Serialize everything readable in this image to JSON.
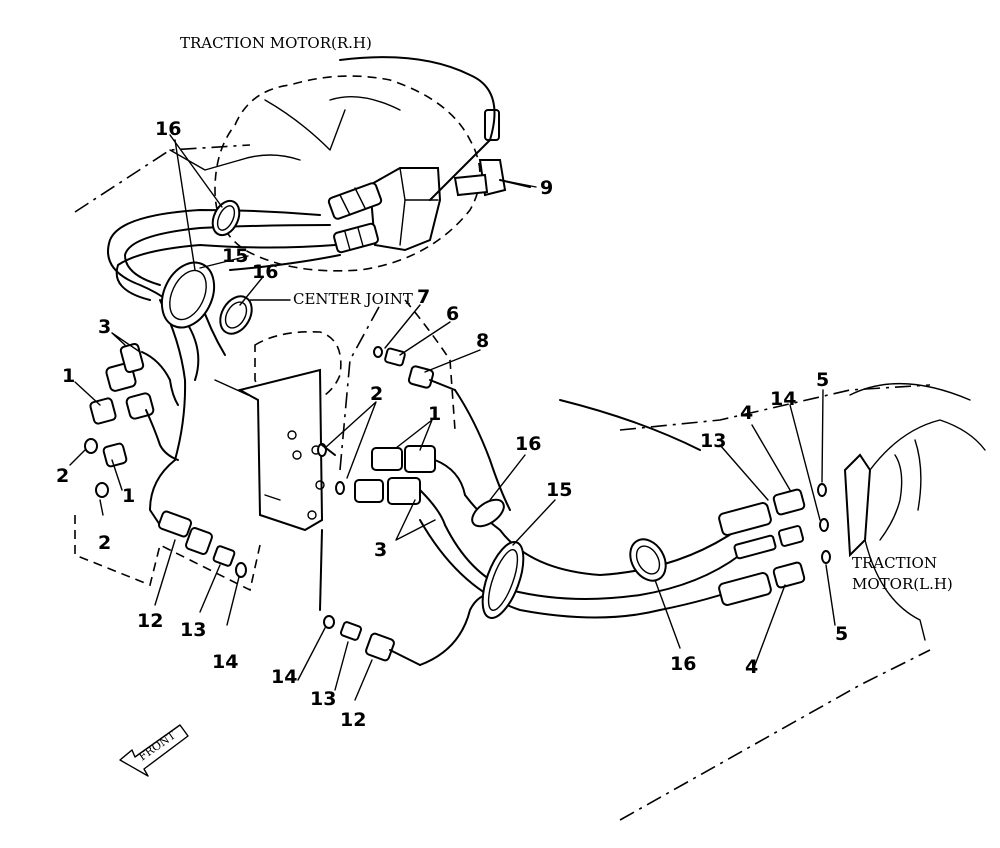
{
  "captions": {
    "traction_rh": "TRACTION MOTOR(R.H)",
    "center_joint": "CENTER JOINT",
    "traction_lh_1": "TRACTION",
    "traction_lh_2": "MOTOR(L.H)",
    "front": "FRONT"
  },
  "callouts": [
    "16",
    "15",
    "16",
    "9",
    "3",
    "1",
    "2",
    "1",
    "2",
    "12",
    "13",
    "14",
    "7",
    "6",
    "8",
    "2",
    "1",
    "3",
    "16",
    "15",
    "13",
    "4",
    "14",
    "5",
    "5",
    "4",
    "16",
    "14",
    "13",
    "12"
  ]
}
